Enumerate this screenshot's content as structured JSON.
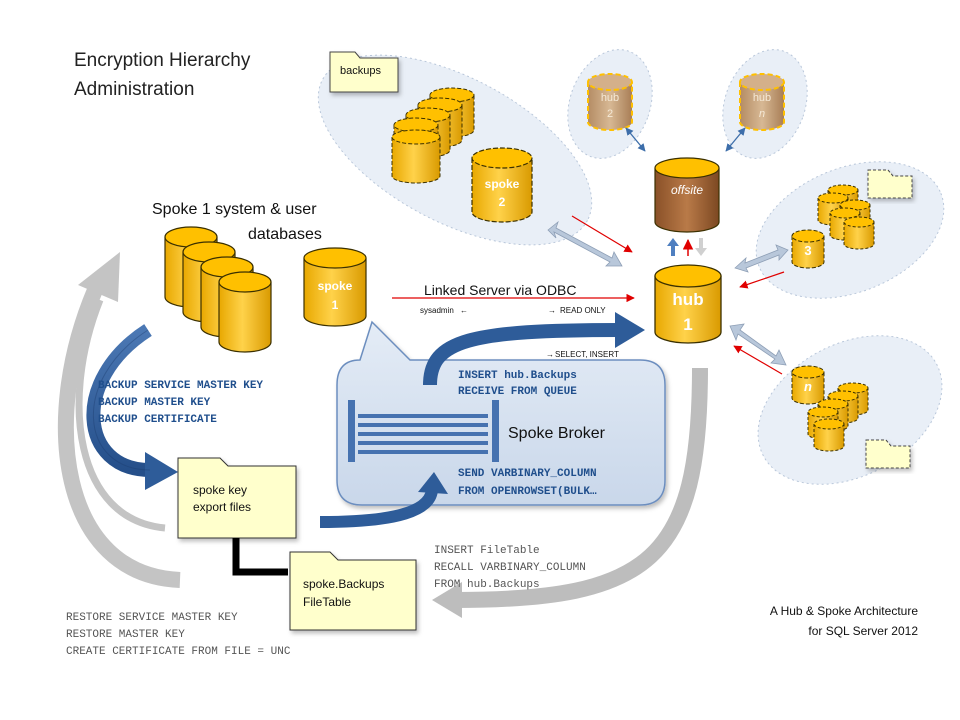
{
  "title_line1": "Encryption Hierarchy",
  "title_line2": "Administration",
  "spoke1_caption_line1": "Spoke 1 system & user",
  "spoke1_caption_line2": "databases",
  "spoke1_db": {
    "line1": "spoke",
    "line2": "1"
  },
  "spoke2_db": {
    "line1": "spoke",
    "line2": "2"
  },
  "hub1_db": {
    "line1": "hub",
    "line2": "1"
  },
  "hub2_db": {
    "line1": "hub",
    "line2": "2"
  },
  "hubn_db": {
    "line1": "hub",
    "line2": "n"
  },
  "offsite_db": "offsite",
  "spoke3_db": "3",
  "spoken_db": "n",
  "backups_folder": "backups",
  "linked_server": "Linked Server via ODBC",
  "sysadmin": "sysadmin",
  "read_only": "READ ONLY",
  "select_insert": "SELECT, INSERT",
  "arrow_left_glyph": "←",
  "arrow_right_glyph": "→",
  "broker": {
    "cmd1": "INSERT hub.Backups",
    "cmd2": "RECEIVE FROM QUEUE",
    "label": "Spoke Broker",
    "cmd3": "SEND VARBINARY_COLUMN",
    "cmd4": "FROM OPENROWSET(BULK…"
  },
  "backup_cmds": [
    "BACKUP SERVICE MASTER KEY",
    "BACKUP MASTER KEY",
    "BACKUP CERTIFICATE"
  ],
  "restore_cmds": [
    "RESTORE SERVICE MASTER KEY",
    "RESTORE MASTER KEY",
    "CREATE CERTIFICATE FROM FILE = UNC"
  ],
  "filetable_cmds": [
    "INSERT FileTable",
    "RECALL VARBINARY_COLUMN",
    "FROM hub.Backups"
  ],
  "export_folder": {
    "line1": "spoke key",
    "line2": "export files"
  },
  "filetable_folder": {
    "line1": "spoke.Backups",
    "line2": "FileTable"
  },
  "footer_line1": "A Hub & Spoke Architecture",
  "footer_line2": "for SQL Server 2012",
  "colors": {
    "db_fill": "#FFC000",
    "db_stroke": "#4A3A00",
    "hub_remote_fill": "#C7A27A",
    "offsite_fill": "#A0643A",
    "offsite_top": "#FFC000",
    "blue_arrow": "#2E5C99",
    "gray_arrow": "#B5B5B5",
    "red_arrow": "#E00000",
    "code_blue": "#1F4E8C",
    "code_gray": "#555555",
    "broker_fill": "#DCE6F2",
    "cluster_fill": "#E9EFF7",
    "folder_fill": "#FFFFCC"
  }
}
